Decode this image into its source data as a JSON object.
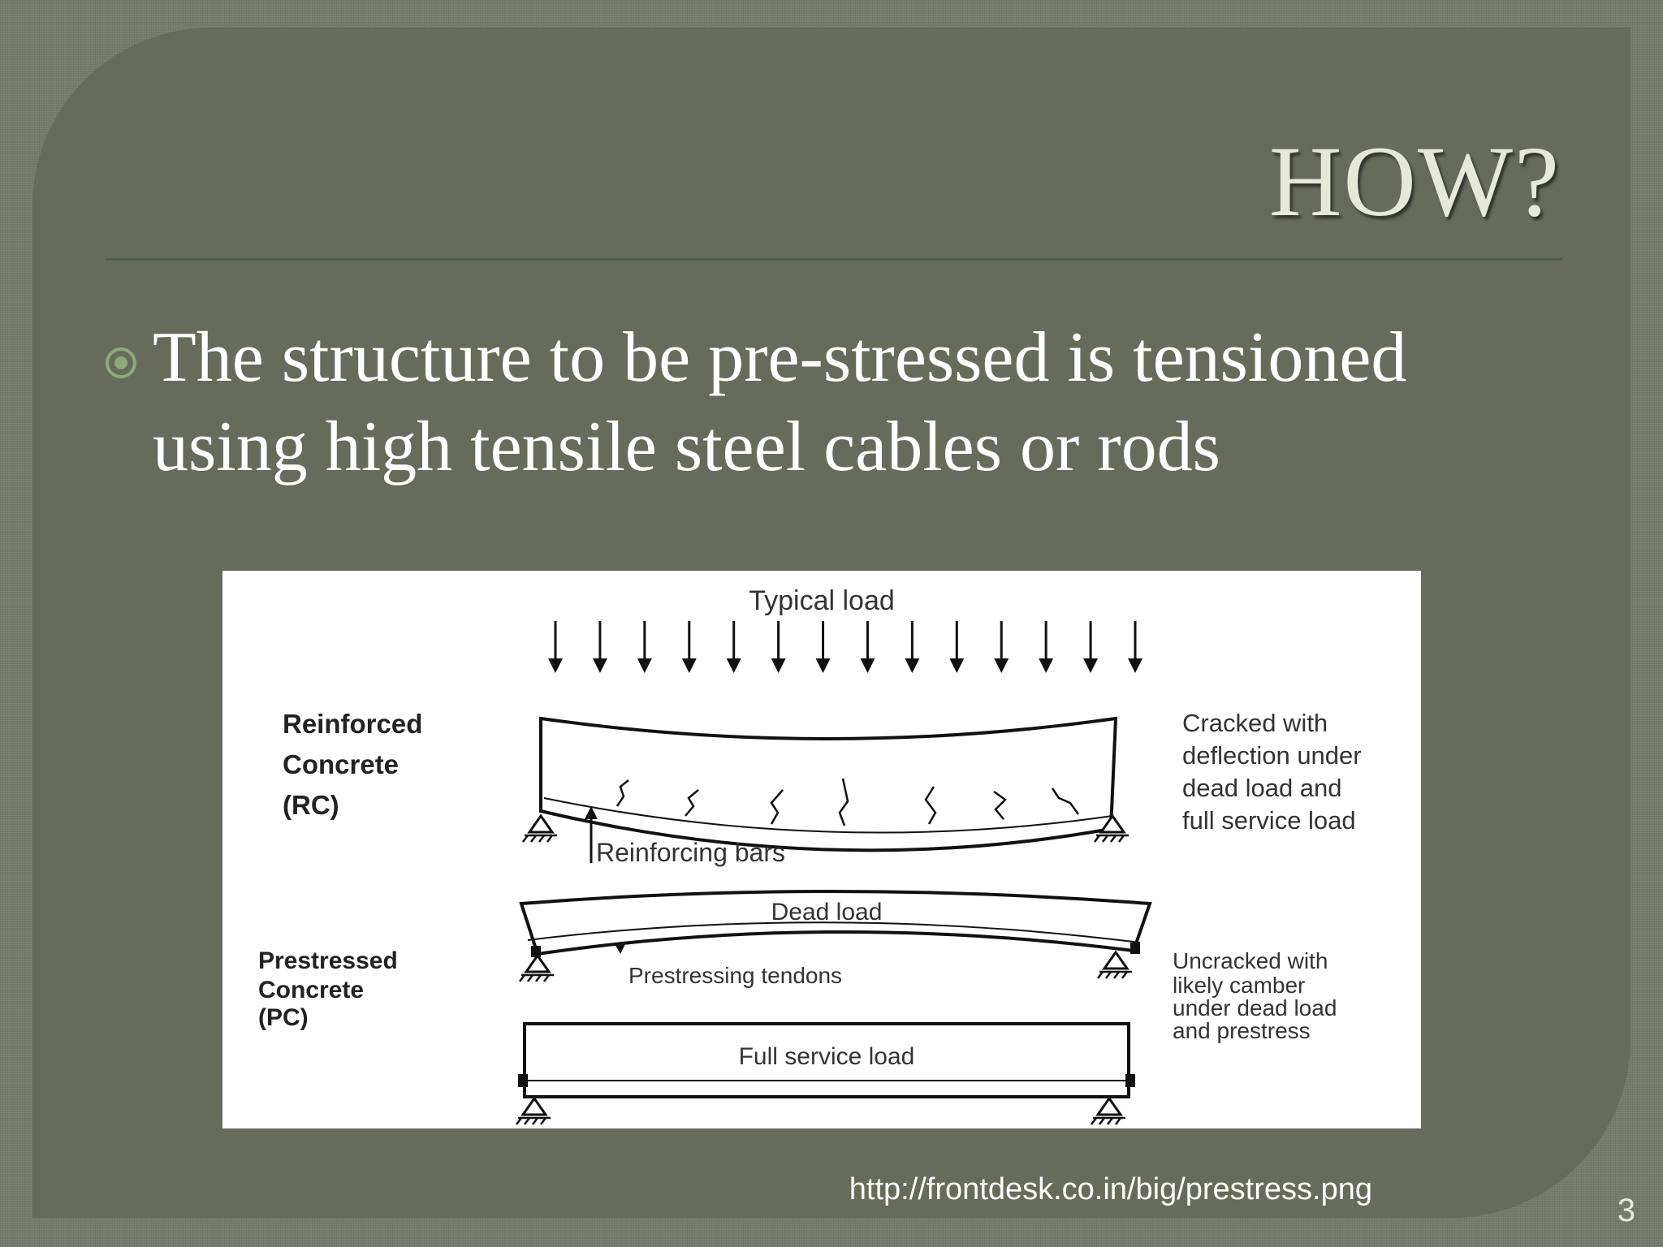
{
  "slide": {
    "title": "HOW?",
    "bullets": [
      {
        "text": "The structure to be pre-stressed is tensioned using high tensile steel cables or rods"
      }
    ],
    "source": "http://frontdesk.co.in/big/prestress.png",
    "page_number": "3"
  },
  "figure": {
    "load_label": "Typical load",
    "rc": {
      "label_lines": [
        "Reinforced",
        "Concrete",
        "(RC)"
      ],
      "bars_label": "Reinforcing bars",
      "note_lines": [
        "Cracked with",
        "deflection under",
        "dead load and",
        "full service load"
      ]
    },
    "pc": {
      "label_lines": [
        "Prestressed",
        "Concrete",
        "(PC)"
      ],
      "dead_load_label": "Dead load",
      "tendons_label": "Prestressing tendons",
      "full_load_label": "Full service load",
      "note_lines": [
        "Uncracked with",
        "likely camber",
        "under dead load",
        "and prestress"
      ]
    }
  },
  "colors": {
    "panel": "#676b5c",
    "frame": "#757a6c",
    "title": "#e6e8d8",
    "bullet_marker": "#8eaa7a",
    "rule": "#4c5e4c"
  }
}
